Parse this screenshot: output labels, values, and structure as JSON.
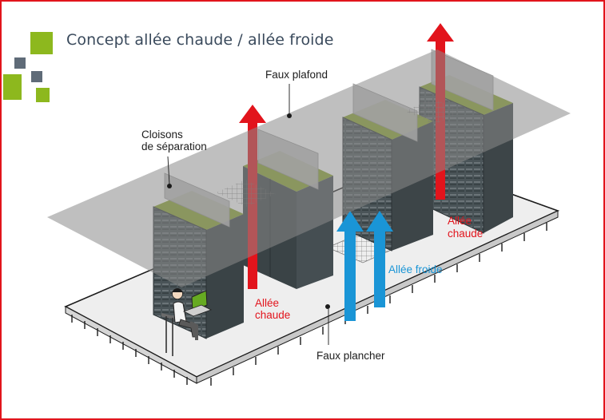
{
  "title": "Concept allée chaude / allée froide",
  "labels": {
    "faux_plafond": "Faux plafond",
    "cloisons_line1": "Cloisons",
    "cloisons_line2": "de séparation",
    "allee_chaude_left_line1": "Allée",
    "allee_chaude_left_line2": "chaude",
    "allee_chaude_right_line1": "Allée",
    "allee_chaude_right_line2": "chaude",
    "allee_froide": "Allée froide",
    "faux_plancher": "Faux plancher"
  },
  "colors": {
    "frame": "#e2141c",
    "hot_arrow": "#e2141c",
    "cold_arrow": "#1a95d6",
    "title": "#3a4a5c",
    "logo_green": "#8db81e",
    "logo_gray": "#5f6b78",
    "rack": "#3b4448",
    "rack_top": "#8aa52a",
    "ceiling": "#9a9a9a"
  },
  "icons": [
    "logo-squares",
    "hot-air-arrow",
    "cold-air-arrow",
    "server-rack",
    "operator-figure"
  ]
}
